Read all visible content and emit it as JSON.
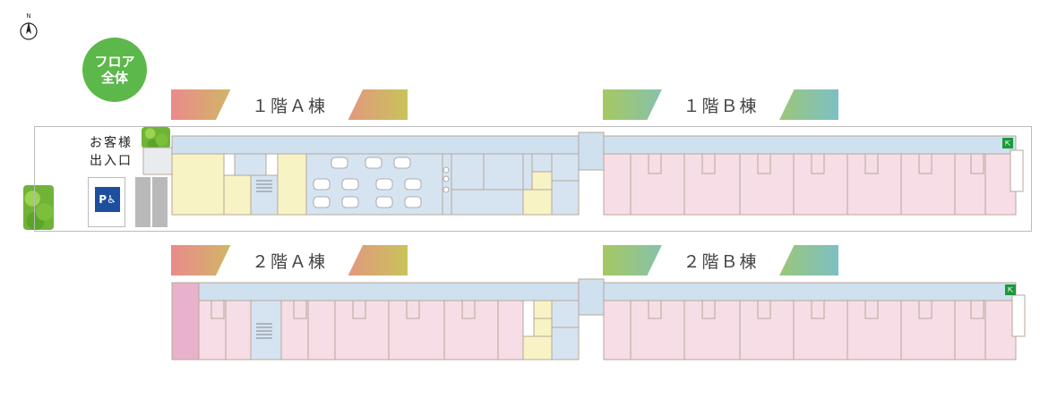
{
  "floor_badge": {
    "line1": "フロア",
    "line2": "全体"
  },
  "compass": {
    "label": "N"
  },
  "banners": {
    "f1a": "１階Ａ棟",
    "f1b": "１階Ｂ棟",
    "f2a": "２階Ａ棟",
    "f2b": "２階Ｂ棟"
  },
  "entrance": {
    "line1": "お客様",
    "line2": "出入口"
  },
  "parking": {
    "sign": "P♿"
  },
  "exit": {
    "glyph": "⇱"
  },
  "colors": {
    "corridor": "#cfe0ef",
    "room_pink": "#f7dde6",
    "room_yellow": "#f7f3c4",
    "room_blue": "#d6e4f2",
    "room_magenta": "#e8b1cc",
    "badge_green": "#5cb84a"
  }
}
